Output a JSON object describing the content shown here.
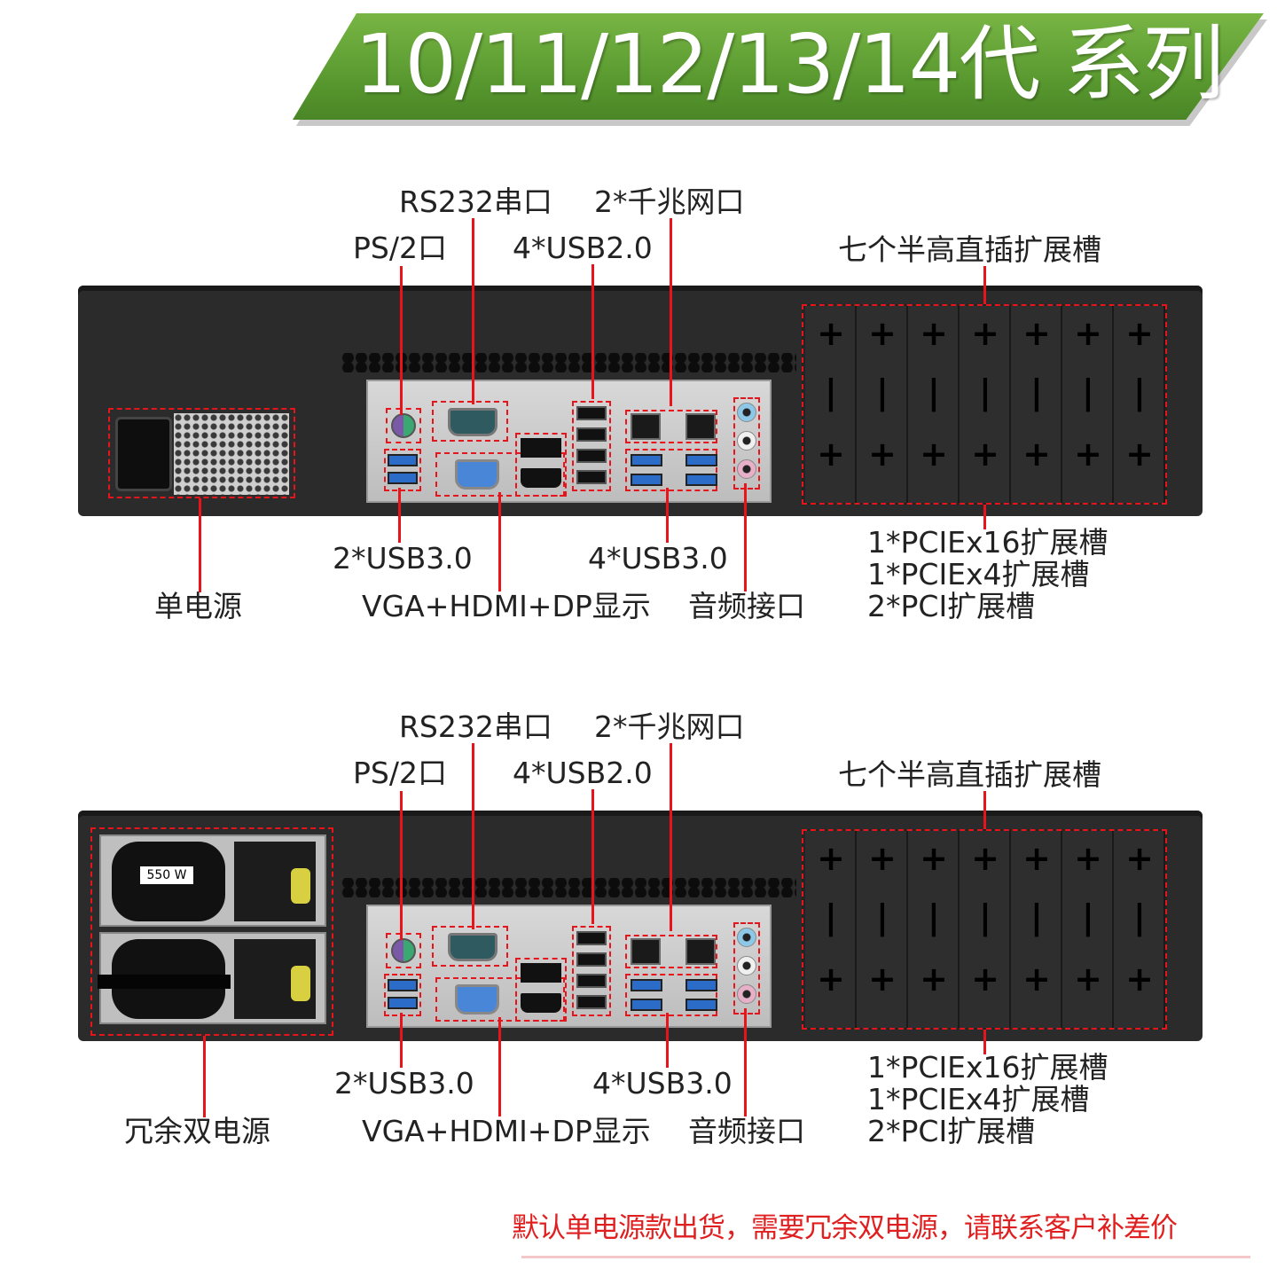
{
  "banner": {
    "title": "10/11/12/13/14代 系列",
    "color": "#5a9a30"
  },
  "panels": [
    {
      "variant": "single-psu",
      "labels": {
        "rs232": "RS232串口",
        "lan": "2*千兆网口",
        "ps2": "PS/2口",
        "usb20": "4*USB2.0",
        "slots": "七个半高直插扩展槽",
        "psu": "单电源",
        "usb30_front": "2*USB3.0",
        "video": "VGA+HDMI+DP显示",
        "usb30_rear": "4*USB3.0",
        "audio": "音频接口",
        "pcie16": "1*PCIEx16扩展槽",
        "pcie4": "1*PCIEx4扩展槽",
        "pci": "2*PCI扩展槽"
      }
    },
    {
      "variant": "redundant-psu",
      "psu_rating": "550 W",
      "labels": {
        "rs232": "RS232串口",
        "lan": "2*千兆网口",
        "ps2": "PS/2口",
        "usb20": "4*USB2.0",
        "slots": "七个半高直插扩展槽",
        "psu": "冗余双电源",
        "usb30_front": "2*USB3.0",
        "video": "VGA+HDMI+DP显示",
        "usb30_rear": "4*USB3.0",
        "audio": "音频接口",
        "pcie16": "1*PCIEx16扩展槽",
        "pcie4": "1*PCIEx4扩展槽",
        "pci": "2*PCI扩展槽"
      }
    }
  ],
  "footer_note": "默认单电源款出货，需要冗余双电源，请联系客户补差价",
  "colors": {
    "callout": "#e8141c",
    "note": "#e02020"
  }
}
